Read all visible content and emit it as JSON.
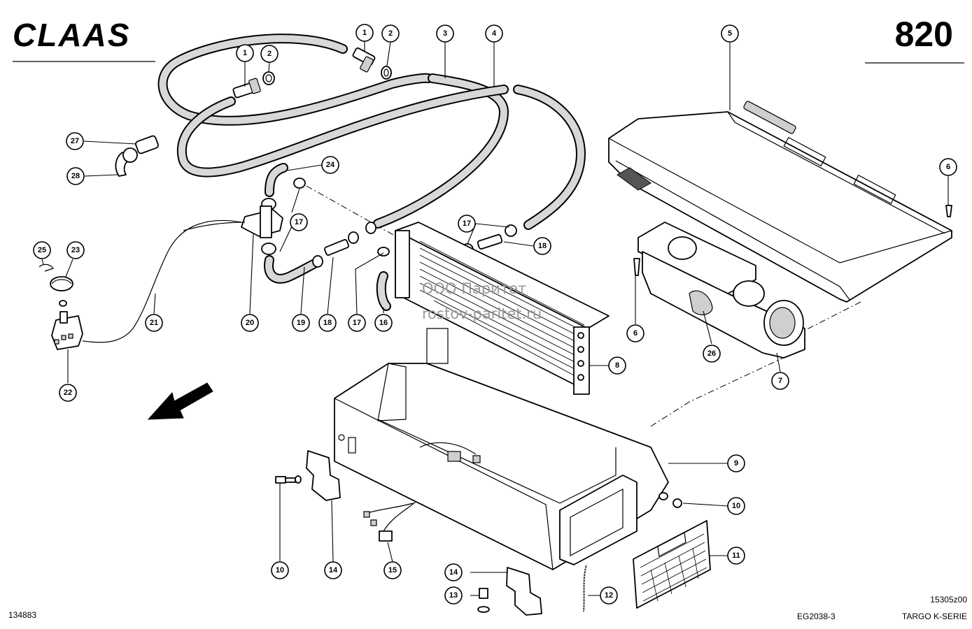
{
  "header": {
    "brand": "CLAAS",
    "page_number": "820"
  },
  "watermark": {
    "line1": "ООО Паритет",
    "line2": "rostov-paritet.ru"
  },
  "footer": {
    "left_code": "134883",
    "center_code": "EG2038-3",
    "right_top_code": "15305z00",
    "model": "TARGO K-SERIE"
  },
  "callouts": [
    {
      "id": "c1a",
      "label": "1"
    },
    {
      "id": "c2a",
      "label": "2"
    },
    {
      "id": "c1b",
      "label": "1"
    },
    {
      "id": "c2b",
      "label": "2"
    },
    {
      "id": "c3",
      "label": "3"
    },
    {
      "id": "c4",
      "label": "4"
    },
    {
      "id": "c5",
      "label": "5"
    },
    {
      "id": "c6a",
      "label": "6"
    },
    {
      "id": "c6b",
      "label": "6"
    },
    {
      "id": "c7",
      "label": "7"
    },
    {
      "id": "c8",
      "label": "8"
    },
    {
      "id": "c9",
      "label": "9"
    },
    {
      "id": "c10a",
      "label": "10"
    },
    {
      "id": "c10b",
      "label": "10"
    },
    {
      "id": "c11",
      "label": "11"
    },
    {
      "id": "c12",
      "label": "12"
    },
    {
      "id": "c13",
      "label": "13"
    },
    {
      "id": "c14a",
      "label": "14"
    },
    {
      "id": "c14b",
      "label": "14"
    },
    {
      "id": "c15",
      "label": "15"
    },
    {
      "id": "c16",
      "label": "16"
    },
    {
      "id": "c17a",
      "label": "17"
    },
    {
      "id": "c17b",
      "label": "17"
    },
    {
      "id": "c17c",
      "label": "17"
    },
    {
      "id": "c18a",
      "label": "18"
    },
    {
      "id": "c18b",
      "label": "18"
    },
    {
      "id": "c19",
      "label": "19"
    },
    {
      "id": "c20",
      "label": "20"
    },
    {
      "id": "c21",
      "label": "21"
    },
    {
      "id": "c22",
      "label": "22"
    },
    {
      "id": "c23",
      "label": "23"
    },
    {
      "id": "c24",
      "label": "24"
    },
    {
      "id": "c25",
      "label": "25"
    },
    {
      "id": "c26",
      "label": "26"
    },
    {
      "id": "c27",
      "label": "27"
    },
    {
      "id": "c28",
      "label": "28"
    }
  ]
}
